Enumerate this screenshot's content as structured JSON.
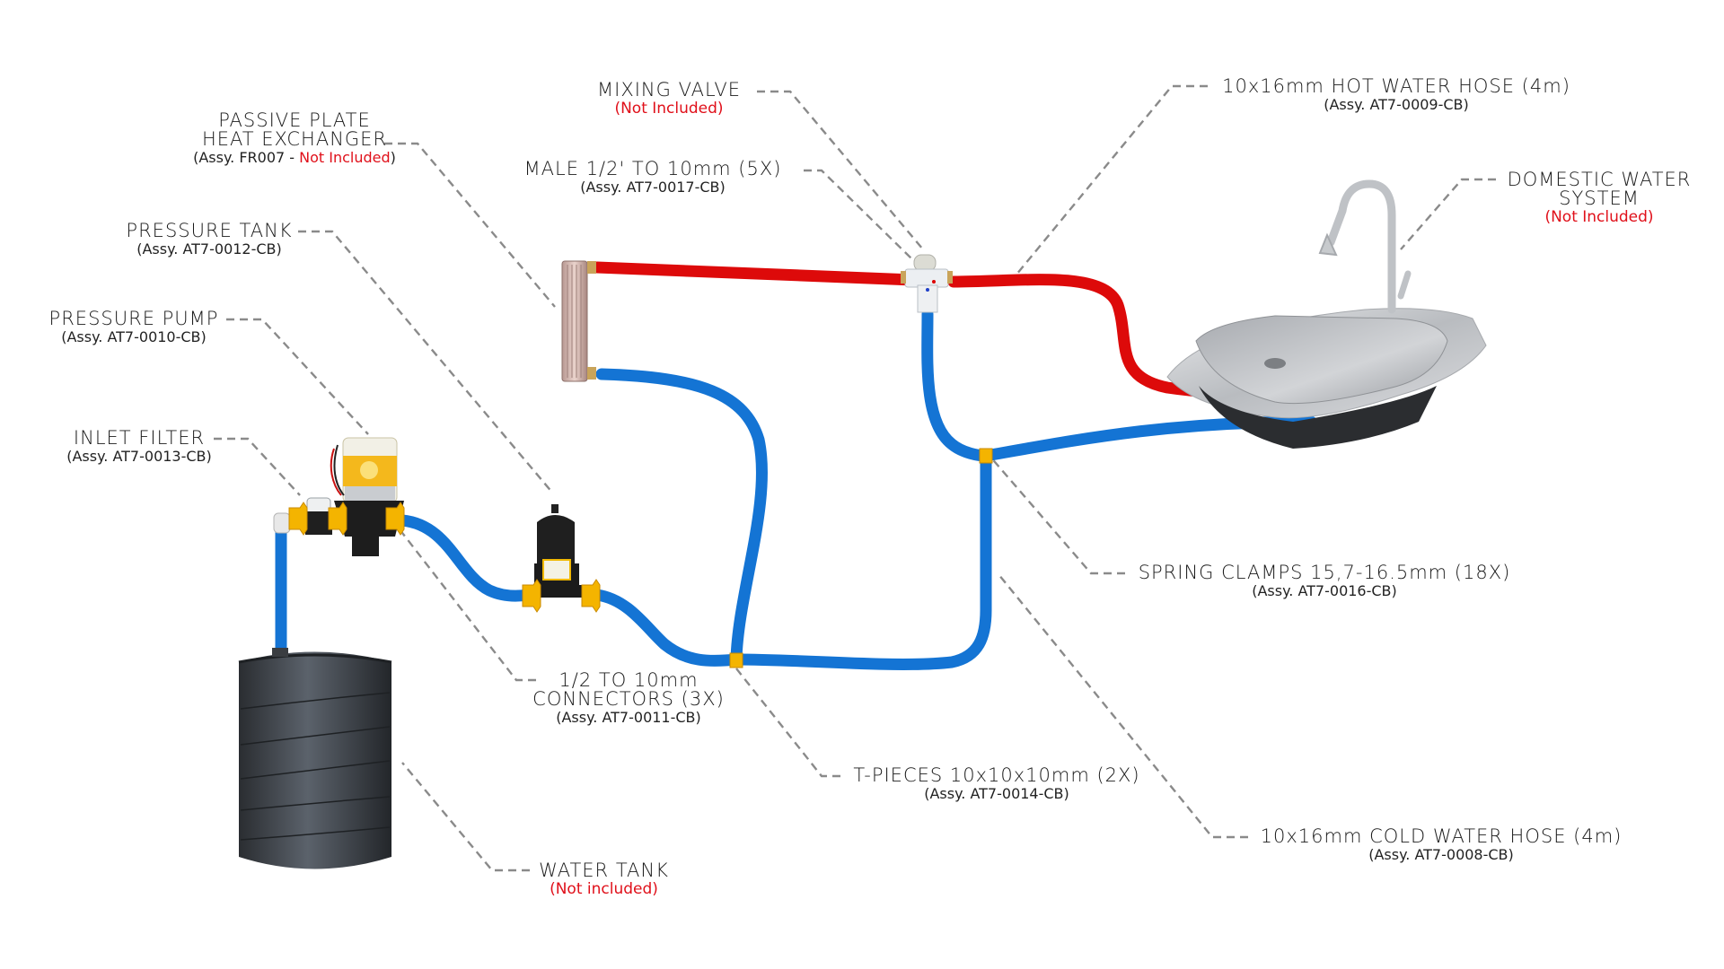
{
  "colors": {
    "hot_hose": "#dd0a0a",
    "cold_hose": "#1474d4",
    "not_included_text": "#e0101a",
    "leader_line": "#8a8a8a",
    "connector": "#f4b400"
  },
  "labels": {
    "heat_exchanger": {
      "line1": "PASSIVE PLATE",
      "line2": "HEAT EXCHANGER",
      "assy_prefix": "(Assy. FR007 - ",
      "note": "Not Included",
      "assy_suffix": ")"
    },
    "mixing_valve": {
      "title": "MIXING VALVE",
      "note": "(Not Included)"
    },
    "male_adapter": {
      "title": "MALE 1/2' TO 10mm (5X)",
      "assy": "(Assy. AT7-0017-CB)"
    },
    "hot_hose": {
      "title": "10x16mm HOT WATER HOSE (4m)",
      "assy": "(Assy. AT7-0009-CB)"
    },
    "domestic_system": {
      "line1": "DOMESTIC WATER",
      "line2": "SYSTEM",
      "note": "(Not Included)"
    },
    "pressure_tank": {
      "title": "PRESSURE TANK",
      "assy": "(Assy. AT7-0012-CB)"
    },
    "pressure_pump": {
      "title": "PRESSURE PUMP",
      "assy": "(Assy. AT7-0010-CB)"
    },
    "inlet_filter": {
      "title": "INLET FILTER",
      "assy": "(Assy. AT7-0013-CB)"
    },
    "connectors": {
      "line1": "1/2 TO 10mm",
      "line2": "CONNECTORS (3X)",
      "assy": "(Assy. AT7-0011-CB)"
    },
    "t_pieces": {
      "title": "T-PIECES 10x10x10mm (2X)",
      "assy": "(Assy. AT7-0014-CB)"
    },
    "spring_clamps": {
      "title": "SPRING CLAMPS 15,7-16.5mm (18X)",
      "assy": "(Assy. AT7-0016-CB)"
    },
    "cold_hose": {
      "title": "10x16mm COLD WATER HOSE (4m)",
      "assy": "(Assy. AT7-0008-CB)"
    },
    "water_tank": {
      "title": "WATER TANK",
      "note": "(Not included)"
    }
  }
}
